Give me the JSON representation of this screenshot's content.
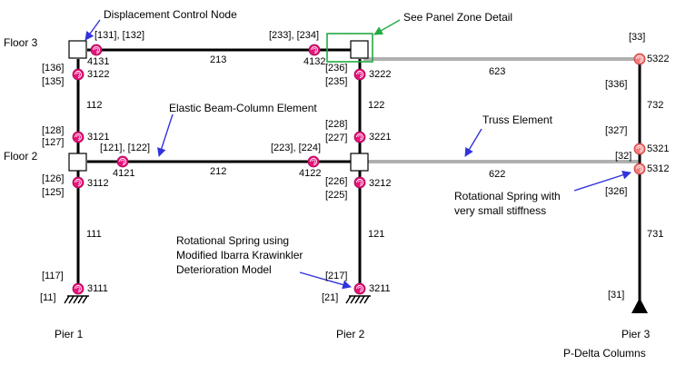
{
  "floors": {
    "floor3": "Floor 3",
    "floor2": "Floor 2"
  },
  "piers": {
    "pier1": "Pier 1",
    "pier2": "Pier 2",
    "pier3": "Pier 3",
    "pdelta": "P-Delta Columns"
  },
  "annotations": {
    "displacement_control": "Displacement Control Node",
    "panel_zone": "See Panel Zone Detail",
    "elastic_beam_column": "Elastic Beam-Column Element",
    "truss_element": "Truss Element",
    "rotational_spring_small": [
      "Rotational Spring with",
      "very small stiffness"
    ],
    "rotational_spring_ik": [
      "Rotational Spring using",
      "Modified Ibarra Krawinkler",
      "Deterioration Model"
    ]
  },
  "elements": {
    "e213": "213",
    "e212": "212",
    "e623": "623",
    "e622": "622",
    "e112": "112",
    "e111": "111",
    "e122": "122",
    "e121": "121",
    "e732": "732",
    "e731": "731"
  },
  "springs": {
    "s4131_label": "[131], [132]",
    "s4131": "4131",
    "s4132_label": "[233], [234]",
    "s4132": "4132",
    "s4121_label": "[121], [122]",
    "s4121": "4121",
    "s4122_label": "[223], [224]",
    "s4122": "4122",
    "s3122_a": "[136]",
    "s3122_b": "[135]",
    "s3122": "3122",
    "s3121_a": "[128]",
    "s3121_b": "[127]",
    "s3121": "3121",
    "s3112_a": "[126]",
    "s3112_b": "[125]",
    "s3112": "3112",
    "s3111_a": "[117]",
    "s3111": "3111",
    "s3222_a": "[236]",
    "s3222_b": "[235]",
    "s3222": "3222",
    "s3221_a": "[228]",
    "s3221_b": "[227]",
    "s3221": "3221",
    "s3212_a": "[226]",
    "s3212_b": "[225]",
    "s3212": "3212",
    "s3211_a": "[217]",
    "s3211": "3211",
    "s5322_a": "[33]",
    "s5322": "5322",
    "s5321_a": "[32]",
    "s5321": "5321",
    "s5312": "5312",
    "n336": "[336]",
    "n327": "[327]",
    "n326": "[326]"
  },
  "supports": {
    "sup1": "[11]",
    "sup2": "[21]",
    "sup3": "[31]"
  },
  "colors": {
    "frame": "#000000",
    "truss": "#b0b0b0",
    "spring_fill": "#e8127a",
    "small_spring_fill": "#f47a7a",
    "arrow_blue": "#3333dd",
    "arrow_green": "#22aa44",
    "panel_zone_box": "#22aa44"
  }
}
